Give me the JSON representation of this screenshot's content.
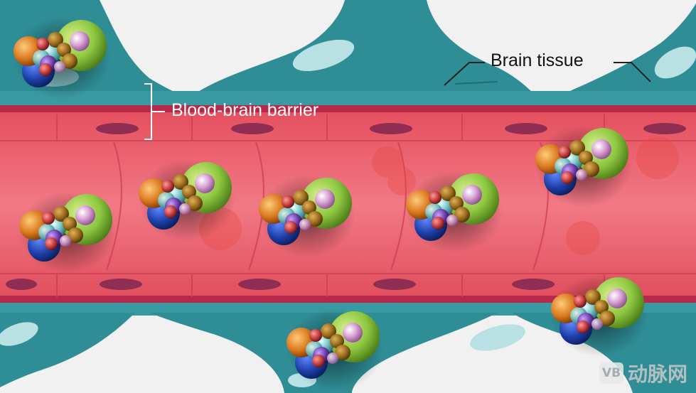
{
  "labels": {
    "brain_tissue": "Brain tissue",
    "blood_brain_barrier": "Blood-brain barrier"
  },
  "watermark": {
    "logo_text": "VB",
    "cjk": "动脉网"
  },
  "colors": {
    "background": "#f1f1f1",
    "tissue_teal": "#2f8d95",
    "tissue_dark": "#1f6d74",
    "vessel_wall": "#c8324e",
    "endothelium": "#f07a86",
    "nucleus": "#8f2d52",
    "molecule_green": "#8cc63f",
    "molecule_blue": "#1d3fa8",
    "molecule_orange": "#d9781d"
  },
  "icons": [
    "molecule-cluster-icon"
  ]
}
